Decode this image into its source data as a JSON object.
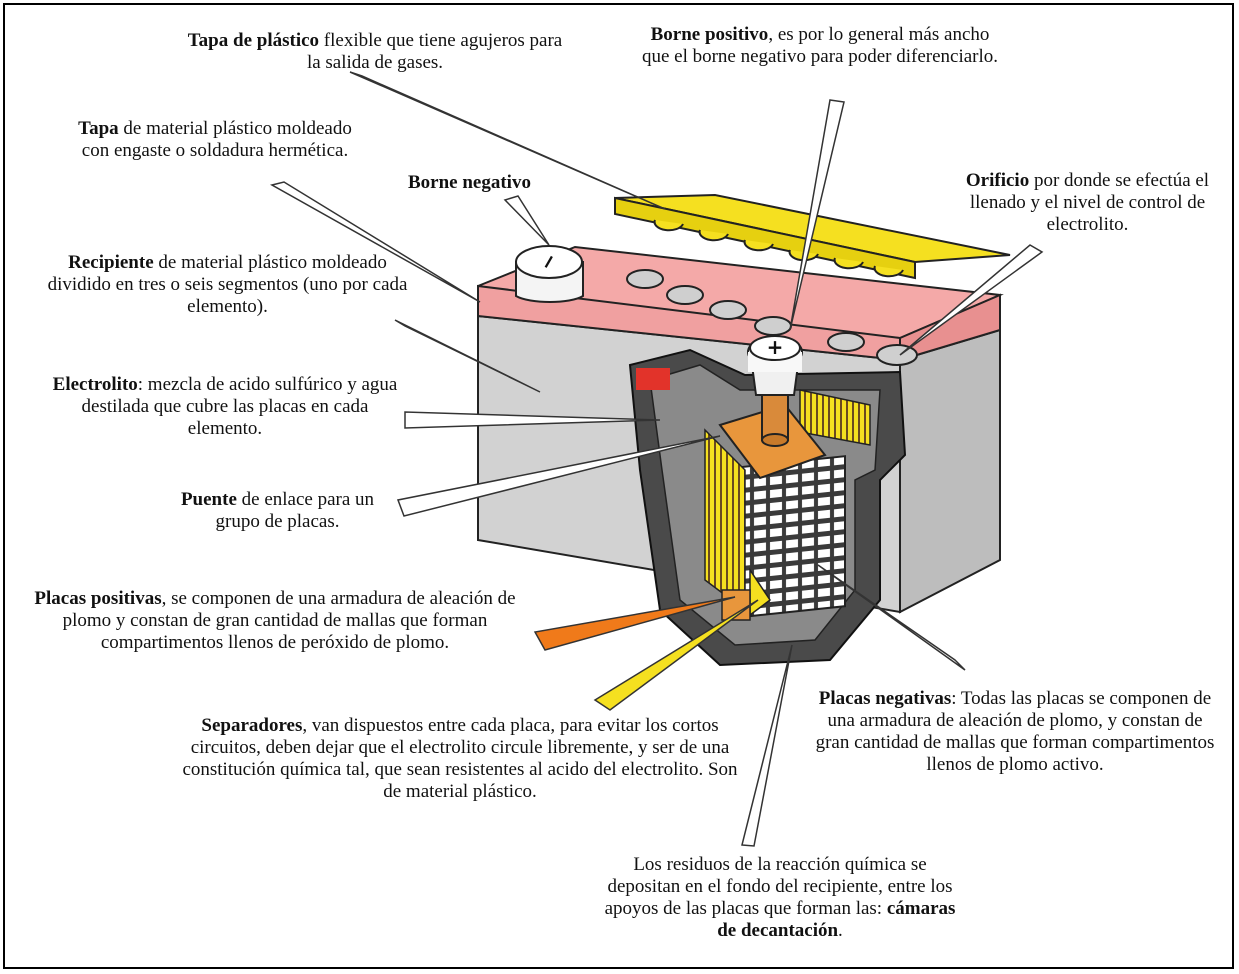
{
  "labels": {
    "tapa_plastico": {
      "bold": "Tapa de plástico",
      "rest": " flexible que tiene agujeros para la salida de gases."
    },
    "borne_positivo": {
      "bold": "Borne positivo",
      "rest": ", es por lo general más ancho que el borne negativo para poder diferenciarlo."
    },
    "tapa": {
      "bold": "Tapa",
      "rest": " de material plástico moldeado con engaste o soldadura hermética."
    },
    "borne_negativo": {
      "bold": "Borne negativo",
      "rest": ""
    },
    "orificio": {
      "bold": "Orificio",
      "rest": " por donde se efectúa el llenado y el nivel de control de electrolito."
    },
    "recipiente": {
      "bold": "Recipiente",
      "rest": " de material plástico moldeado dividido en tres o seis segmentos (uno por cada elemento)."
    },
    "electrolito": {
      "bold": "Electrolito",
      "rest": ": mezcla de acido sulfúrico y agua destilada que cubre las placas en cada elemento."
    },
    "puente": {
      "bold": "Puente",
      "rest": " de enlace para un grupo de placas."
    },
    "placas_positivas": {
      "bold": "Placas positivas",
      "rest": ", se componen de una armadura de aleación de plomo y constan de gran cantidad de mallas que forman compartimentos llenos de peróxido de plomo."
    },
    "placas_negativas": {
      "bold": "Placas negativas",
      "rest": ": Todas las placas se componen de una armadura de aleación de plomo, y constan de gran cantidad de mallas que forman compartimentos llenos de plomo activo."
    },
    "separadores": {
      "bold": "Separadores",
      "rest": ", van dispuestos entre cada placa, para evitar los cortos circuitos, deben dejar que el electrolito circule libremente, y ser de una constitución química tal, que sean resistentes al acido del electrolito. Son de material plástico."
    },
    "residuos": {
      "rest": "Los residuos de la reacción química se depositan en el fondo del recipiente, entre los apoyos de las placas que forman las: ",
      "bold": "cámaras de decantación",
      "tail": "."
    }
  },
  "battery": {
    "terminal_negative_symbol": "−",
    "terminal_positive_symbol": "+"
  },
  "colors": {
    "lid": "#f4a9a8",
    "case": "#cfcfcf",
    "vent_strip": "#f5e020",
    "terminal": "#f0f0f0",
    "bridge": "#e8963c",
    "positive_plate_pointer": "#f07a1a",
    "separator_pointer": "#f5e020"
  }
}
